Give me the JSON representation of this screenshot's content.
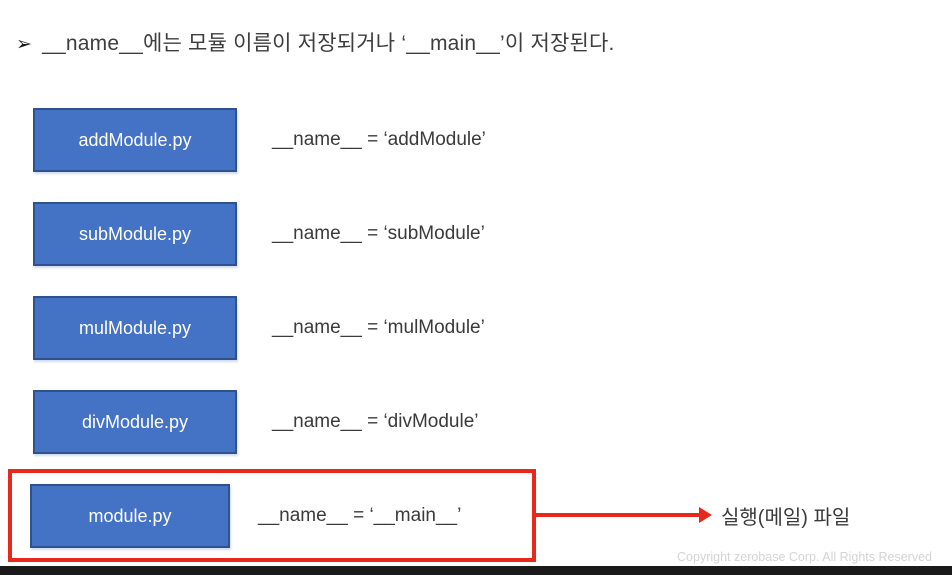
{
  "title": {
    "bullet": "➢",
    "text": "__name__에는 모듈 이름이 저장되거나 ‘__main__’이 저장된다."
  },
  "rows": [
    {
      "box_label": "addModule.py",
      "assignment": "__name__ = ‘addModule’",
      "highlighted": false
    },
    {
      "box_label": "subModule.py",
      "assignment": "__name__ = ‘subModule’",
      "highlighted": false
    },
    {
      "box_label": "mulModule.py",
      "assignment": "__name__ = ‘mulModule’",
      "highlighted": false
    },
    {
      "box_label": "divModule.py",
      "assignment": "__name__ = ‘divModule’",
      "highlighted": false
    },
    {
      "box_label": "module.py",
      "assignment": "__name__ = ‘__main__’",
      "highlighted": true
    }
  ],
  "annotation": {
    "label": "실행(메일) 파일"
  },
  "footer": {
    "copyright": "Copyright zerobase Corp. All Rights Reserved"
  },
  "colors": {
    "box_fill": "#4472c4",
    "box_border": "#2f528f",
    "box_text": "#ffffff",
    "highlight_red": "#e8281a",
    "body_text": "#3a3a3a",
    "copyright_text": "#d4d4d4",
    "bottom_bar": "#1a1a1a"
  }
}
